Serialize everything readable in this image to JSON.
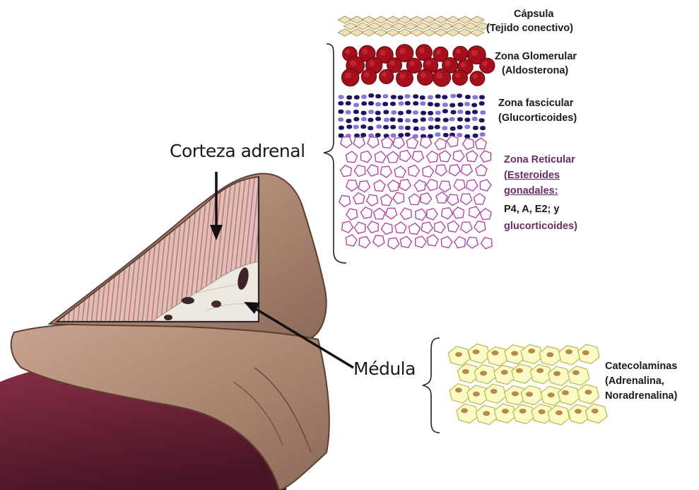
{
  "labels": {
    "corteza": "Corteza adrenal",
    "medula": "Médula",
    "capsula_1": "Cápsula",
    "capsula_2": "(Tejido conectivo)",
    "glomerular_1": "Zona Glomerular",
    "glomerular_2": "(Aldosterona)",
    "fascicular_1": "Zona fascicular",
    "fascicular_2": "(Glucorticoides)",
    "reticular_1": "Zona Reticular",
    "reticular_2": "(Esteroides",
    "reticular_3": "gonadales:",
    "reticular_4": "P4, A, E2; y",
    "reticular_5": "glucorticoides)",
    "medula_1": "Catecolaminas",
    "medula_2": "(Adrenalina,",
    "medula_3": "Noradrenalina)"
  },
  "colors": {
    "gland_tan": "#b08a74",
    "gland_dark": "#6e4f40",
    "cortex_pink": "#dcb0ad",
    "medulla_pale": "#ece9e2",
    "kidney": "#6b2337",
    "capsule_fill": "#efe0b8",
    "glomerular_cell": "#a50f1b",
    "fascicular_dark": "#1c1560",
    "fascicular_light": "#8f74d8",
    "reticular_cell": "#b03aa3",
    "chromaffin_fill": "#fbfbc6",
    "chromaffin_edge": "#b9b74a",
    "chromaffin_nucleus": "#b88a4a",
    "label_purple": "#6b2b66"
  }
}
